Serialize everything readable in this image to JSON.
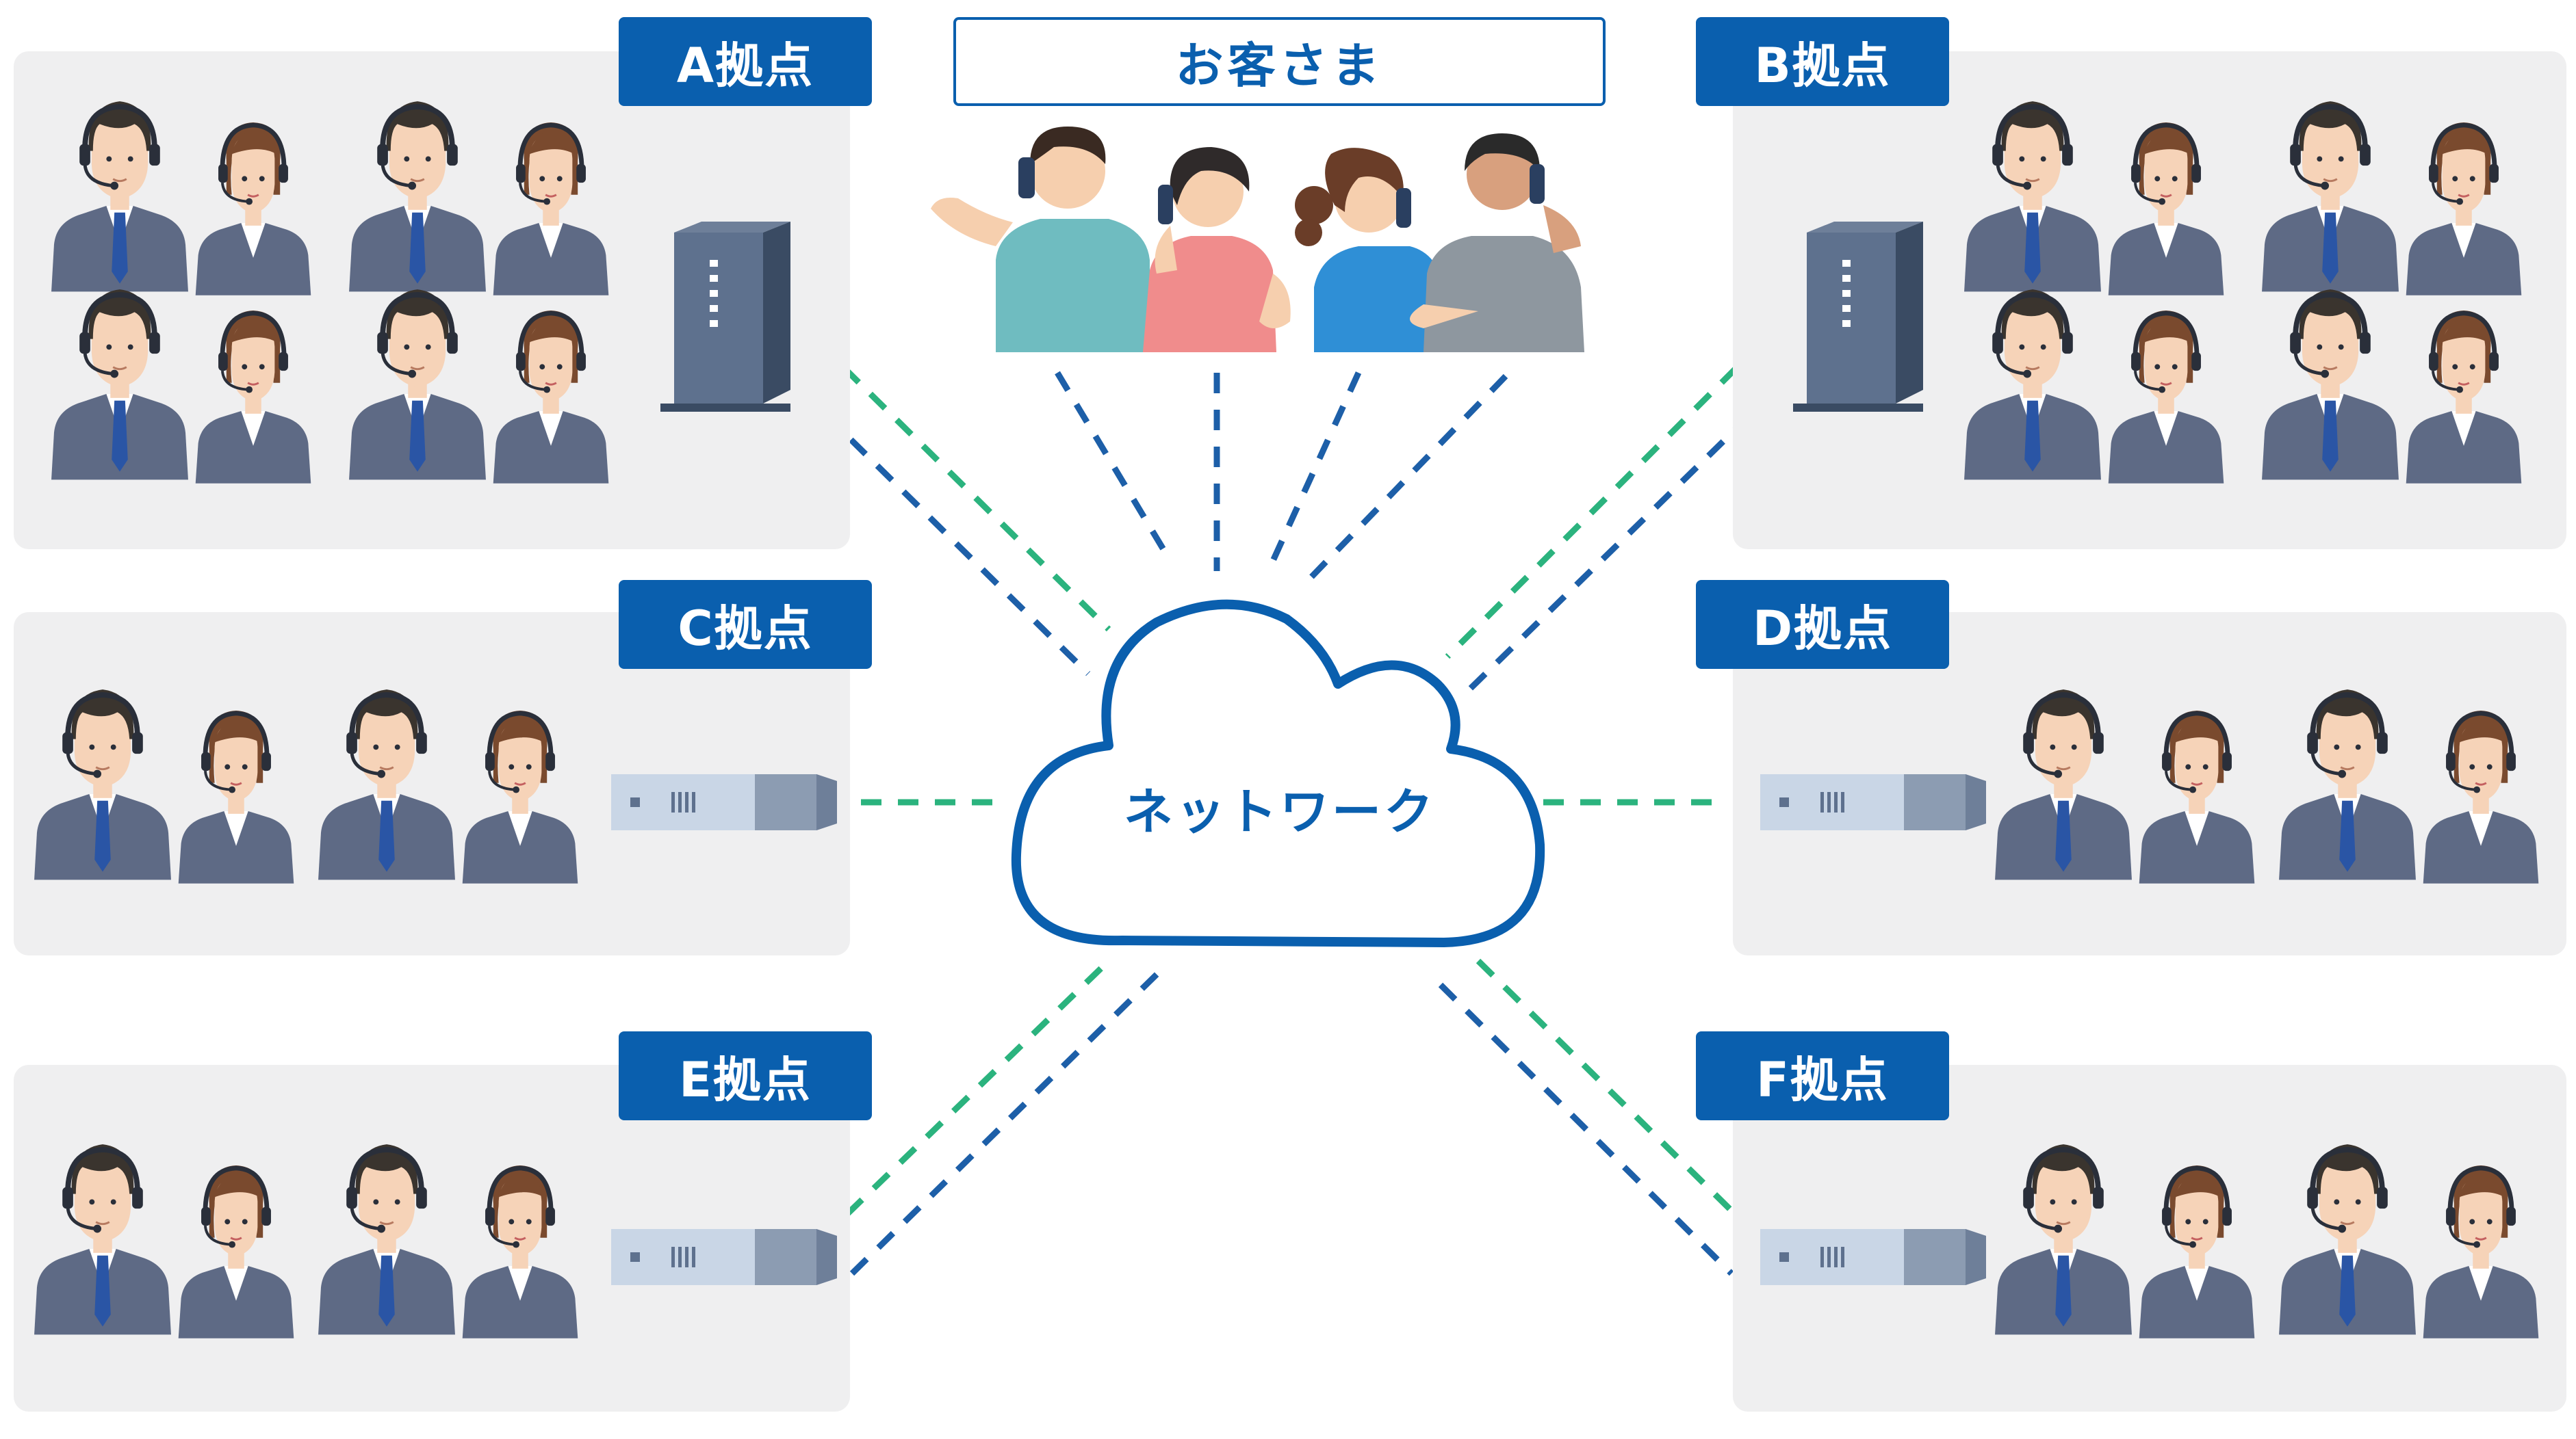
{
  "customers": {
    "label": "お客さま"
  },
  "network": {
    "label": "ネットワーク"
  },
  "sites": [
    {
      "id": "a",
      "label": "A拠点",
      "device": "tower",
      "agents": 8
    },
    {
      "id": "b",
      "label": "B拠点",
      "device": "tower",
      "agents": 8
    },
    {
      "id": "c",
      "label": "C拠点",
      "device": "rack",
      "agents": 4
    },
    {
      "id": "d",
      "label": "D拠点",
      "device": "rack",
      "agents": 4
    },
    {
      "id": "e",
      "label": "E拠点",
      "device": "rack",
      "agents": 4
    },
    {
      "id": "f",
      "label": "F拠点",
      "device": "rack",
      "agents": 4
    }
  ],
  "colors": {
    "brand_blue": "#0a5fae",
    "link_green": "#2bb37e",
    "panel_gray": "#efeff0",
    "suit": "#5e6a85",
    "skin": "#f6d3b8"
  }
}
